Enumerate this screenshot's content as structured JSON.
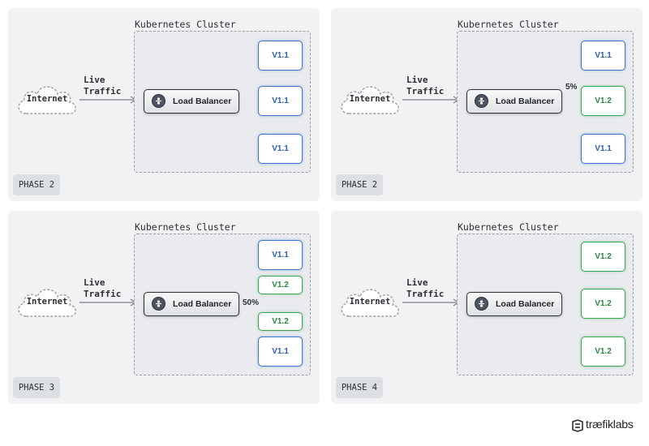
{
  "panels": [
    {
      "cluster_title": "Kubernetes Cluster",
      "internet": "Internet",
      "live": "Live",
      "traffic": "Traffic",
      "lb": "Load Balancer",
      "nodes": [
        "V1.1",
        "V1.1",
        "V1.1"
      ],
      "phase": "PHASE 2"
    },
    {
      "cluster_title": "Kubernetes Cluster",
      "internet": "Internet",
      "live": "Live",
      "traffic": "Traffic",
      "lb": "Load Balancer",
      "nodes": [
        "V1.1",
        "V1.2",
        "V1.1"
      ],
      "percent": "5%",
      "phase": "PHASE 2"
    },
    {
      "cluster_title": "Kubernetes Cluster",
      "internet": "Internet",
      "live": "Live",
      "traffic": "Traffic",
      "lb": "Load Balancer",
      "nodes": [
        "V1.1",
        "V1.2",
        "V1.2",
        "V1.1"
      ],
      "percent": "50%",
      "phase": "PHASE 3"
    },
    {
      "cluster_title": "Kubernetes Cluster",
      "internet": "Internet",
      "live": "Live",
      "traffic": "Traffic",
      "lb": "Load Balancer",
      "nodes": [
        "V1.2",
        "V1.2",
        "V1.2"
      ],
      "phase": "PHASE 4"
    }
  ],
  "logo": "træfiklabs",
  "colors": {
    "blue": "#3b76c8",
    "green": "#3aa651",
    "panel": "#f1f2f4"
  }
}
